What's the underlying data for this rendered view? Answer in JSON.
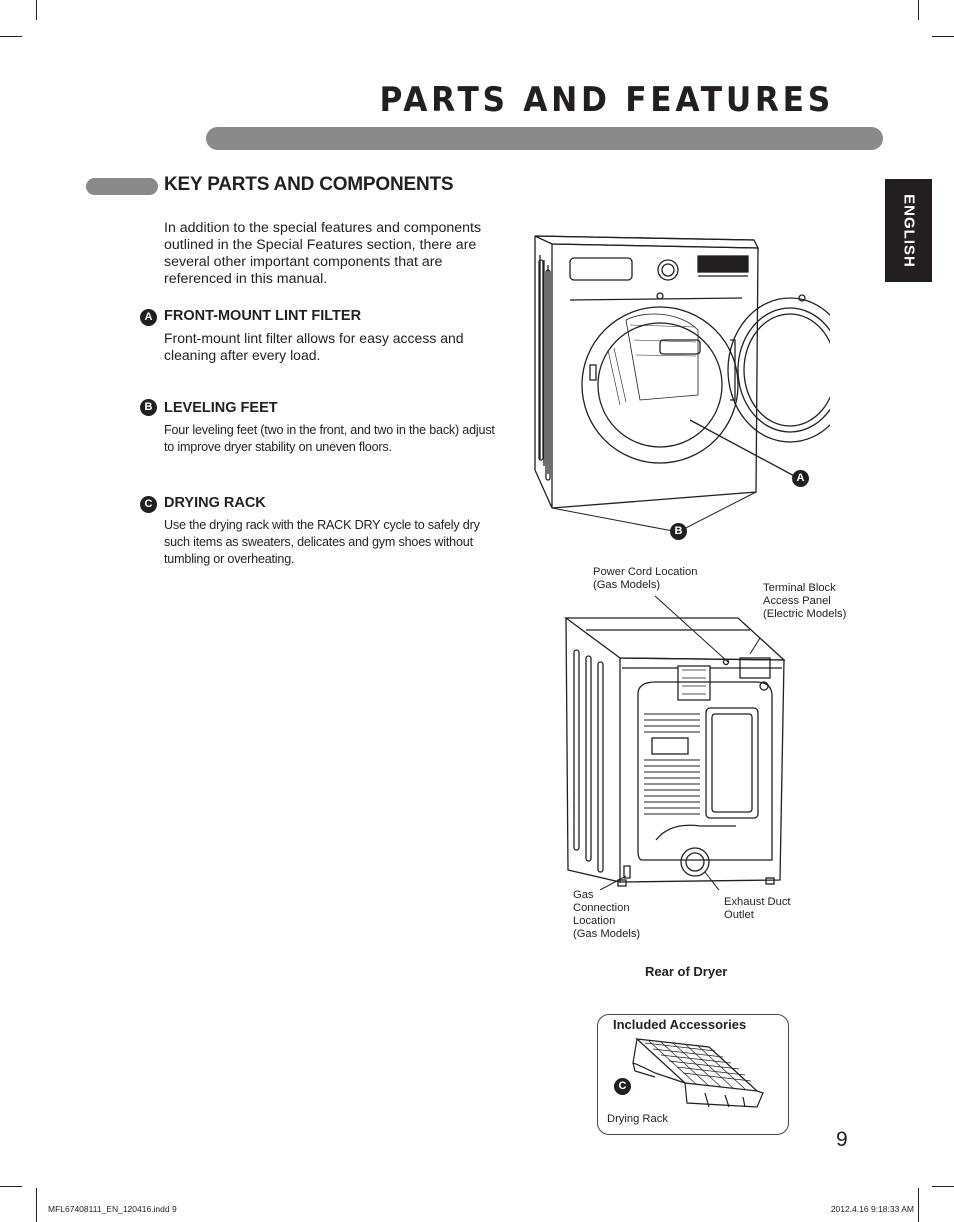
{
  "header": {
    "title": "PARTS AND FEATURES"
  },
  "section": {
    "title": "KEY PARTS AND COMPONENTS"
  },
  "language_tab": "ENGLISH",
  "intro": "In addition to the special features and components outlined in the Special Features section, there are several other important components that are referenced in this manual.",
  "features": [
    {
      "badge": "A",
      "title": "FRONT-MOUNT LINT FILTER",
      "desc": "Front-mount lint filter allows for easy access and cleaning after every load."
    },
    {
      "badge": "B",
      "title": "LEVELING FEET",
      "desc": "Four leveling feet (two in the front, and two in the back) adjust to improve dryer stability on uneven floors."
    },
    {
      "badge": "C",
      "title": "DRYING RACK",
      "desc": "Use the drying rack with the RACK DRY cycle to safely dry such items as sweaters, delicates and gym shoes without tumbling or overheating."
    }
  ],
  "front_callouts": {
    "a": "A",
    "b": "B"
  },
  "rear_labels": {
    "power_cord": [
      "Power Cord Location",
      "(Gas Models)"
    ],
    "terminal_block": [
      "Terminal Block",
      "Access Panel",
      "(Electric Models)"
    ],
    "gas_connection": [
      "Gas",
      "Connection",
      "Location",
      "(Gas Models)"
    ],
    "exhaust": [
      "Exhaust Duct",
      "Outlet"
    ]
  },
  "rear_caption": "Rear of Dryer",
  "accessories": {
    "title": "Included Accessories",
    "badge": "C",
    "item": "Drying Rack"
  },
  "page_number": "9",
  "footer": {
    "left": "MFL67408111_EN_120416.indd   9",
    "right": "2012.4.16   9:18:33 AM"
  }
}
